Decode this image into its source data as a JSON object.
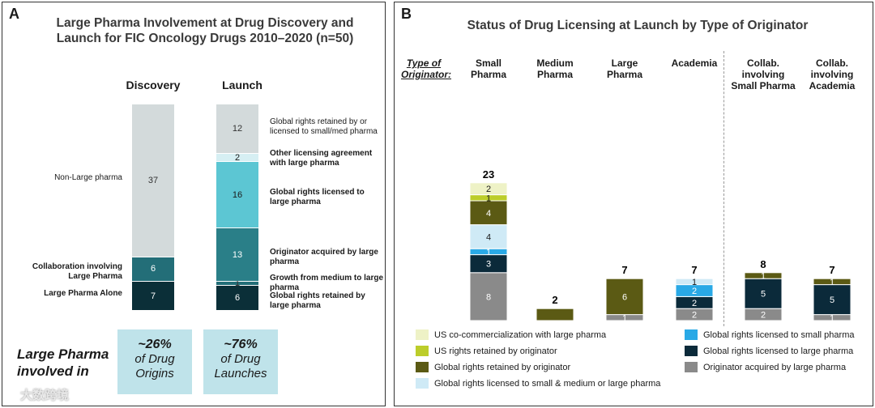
{
  "panelA": {
    "letter": "A",
    "title_line1": "Large Pharma Involvement at Drug Discovery and",
    "title_line2": "Launch for FIC Oncology Drugs 2010–2020 (n=50)",
    "discovery_header": "Discovery",
    "launch_header": "Launch",
    "discovery": [
      {
        "label": "Large Pharma Alone",
        "value": 7,
        "color": "#0b2f38",
        "text_color": "#ffffff"
      },
      {
        "label": "Collaboration involving Large Pharma",
        "value": 6,
        "color": "#236e78",
        "text_color": "#ffffff"
      },
      {
        "label": "Non-Large pharma",
        "value": 37,
        "color": "#d3dadb",
        "text_color": "#333333"
      }
    ],
    "launch": [
      {
        "label": "Global rights retained by large pharma",
        "value": 6,
        "color": "#0b2f38",
        "text_color": "#ffffff"
      },
      {
        "label": "Growth from medium to large pharma",
        "value": 1,
        "color": "#236e78",
        "text_color": "#333333"
      },
      {
        "label": "Originator acquired by large pharma",
        "value": 13,
        "color": "#2a7f88",
        "text_color": "#ffffff"
      },
      {
        "label": "Global rights licensed to large pharma",
        "value": 16,
        "color": "#5cc6d3",
        "text_color": "#1a1a1a"
      },
      {
        "label": "Other licensing agreement with large pharma",
        "value": 2,
        "color": "#d6eff3",
        "text_color": "#1a1a1a"
      },
      {
        "label": "Global rights retained by or licensed to small/med pharma",
        "value": 12,
        "color": "#d3dadb",
        "text_color": "#333333"
      }
    ],
    "bottom_label_line1": "Large Pharma",
    "bottom_label_line2": "involved in",
    "callout_discovery_pct": "~26%",
    "callout_discovery_text1": "of Drug",
    "callout_discovery_text2": "Origins",
    "callout_launch_pct": "~76%",
    "callout_launch_text1": "of Drug",
    "callout_launch_text2": "Launches"
  },
  "panelB": {
    "letter": "B",
    "title": "Status of Drug Licensing at Launch by Type of Originator",
    "originator_label_line1": "Type of",
    "originator_label_line2": "Originator:"
  },
  "chart_data": {
    "type": "bar",
    "stacked": true,
    "title": "Status of Drug Licensing at Launch by Type of Originator",
    "categories": [
      "Small Pharma",
      "Medium Pharma",
      "Large Pharma",
      "Academia",
      "Collab. involving Small Pharma",
      "Collab. involving Academia"
    ],
    "totals": [
      23,
      2,
      7,
      7,
      8,
      7
    ],
    "series": [
      {
        "name": "Originator acquired by large pharma",
        "color": "#8a8a8a",
        "values": [
          8,
          0,
          1,
          2,
          2,
          1
        ]
      },
      {
        "name": "Global rights licensed to large pharma",
        "color": "#0b2a3a",
        "values": [
          3,
          0,
          0,
          2,
          5,
          5
        ]
      },
      {
        "name": "Global rights licensed to small pharma",
        "color": "#29a9e6",
        "values": [
          1,
          0,
          0,
          2,
          0,
          0
        ]
      },
      {
        "name": "Global rights licensed to small & medium or large pharma",
        "color": "#cfeaf6",
        "values": [
          4,
          0,
          0,
          1,
          0,
          0
        ]
      },
      {
        "name": "Global rights retained by originator",
        "color": "#5b5a14",
        "values": [
          4,
          2,
          6,
          0,
          1,
          1
        ]
      },
      {
        "name": "US rights retained by originator",
        "color": "#bccd2a",
        "values": [
          1,
          0,
          0,
          0,
          0,
          0
        ]
      },
      {
        "name": "US co-commercialization with large pharma",
        "color": "#eef2c6",
        "values": [
          2,
          0,
          0,
          0,
          0,
          0
        ]
      }
    ],
    "legend": [
      "US co-commercialization with large pharma",
      "US rights retained by originator",
      "Global rights retained by originator",
      "Global rights licensed to small & medium or large pharma",
      "Global rights licensed to small pharma",
      "Global rights licensed to large pharma",
      "Originator acquired by large pharma"
    ],
    "category_head_lines": [
      [
        "Small",
        "Pharma"
      ],
      [
        "Medium",
        "Pharma"
      ],
      [
        "Large",
        "Pharma"
      ],
      [
        "Academia"
      ],
      [
        "Collab.",
        "involving",
        "Small Pharma"
      ],
      [
        "Collab.",
        "involving",
        "Academia"
      ]
    ]
  },
  "watermark": "大数跨境"
}
